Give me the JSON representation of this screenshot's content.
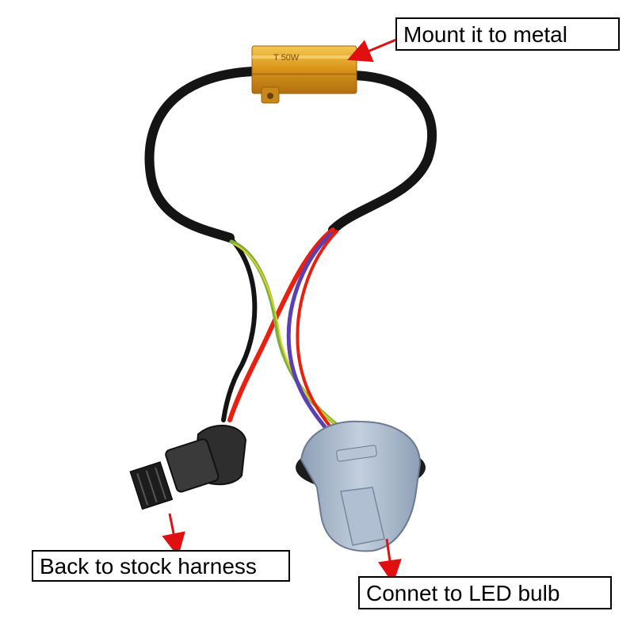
{
  "labels": {
    "mount": "Mount it to metal",
    "back": "Back to stock harness",
    "led": "Connet to LED bulb"
  },
  "resistor_marking": "T 50W",
  "colors": {
    "arrow": "#e01010",
    "resistor": "#e0a020",
    "cable": "#141414",
    "wire_red": "#e82010",
    "wire_green": "#7ab040",
    "wire_yellow": "#e0d020",
    "wire_purple": "#5a40b0",
    "socket": "#a9b8cc",
    "plug": "#3a3a3a"
  }
}
